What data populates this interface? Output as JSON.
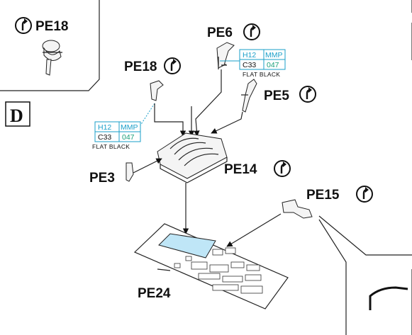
{
  "step_letter": "D",
  "parts": {
    "pe18_detail": "PE18",
    "pe18": "PE18",
    "pe6": "PE6",
    "pe5": "PE5",
    "pe3": "PE3",
    "pe14": "PE14",
    "pe15": "PE15",
    "pe24": "PE24"
  },
  "paint_labels": {
    "left": {
      "h": "H12",
      "mmp": "MMP",
      "c": "C33",
      "code": "047",
      "finish": "FLAT BLACK"
    },
    "right": {
      "h": "H12",
      "mmp": "MMP",
      "c": "C33",
      "code": "047",
      "finish": "FLAT BLACK"
    }
  },
  "colors": {
    "cyan": "#1a9fc9",
    "green": "#1aa07a",
    "sheet_fill": "#bfe6f7"
  },
  "icons": {
    "fold": "fold-arrow-icon"
  }
}
